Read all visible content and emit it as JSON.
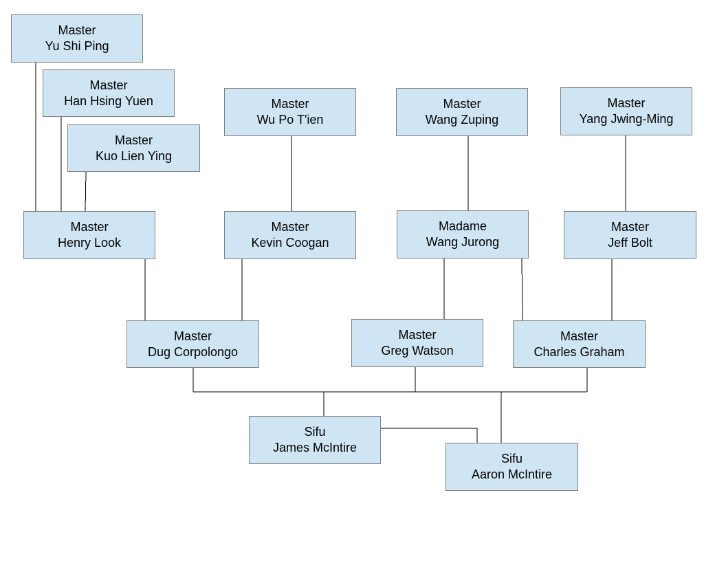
{
  "colors": {
    "box_fill": "#cfe5f3",
    "box_border": "#808080",
    "line": "#000000"
  },
  "nodes": {
    "yu_shi_ping": {
      "title": "Master",
      "name": "Yu Shi Ping"
    },
    "han_hsing_yuen": {
      "title": "Master",
      "name": "Han Hsing Yuen"
    },
    "kuo_lien_ying": {
      "title": "Master",
      "name": "Kuo Lien Ying"
    },
    "henry_look": {
      "title": "Master",
      "name": "Henry Look"
    },
    "wu_po_tien": {
      "title": "Master",
      "name": "Wu Po T'ien"
    },
    "kevin_coogan": {
      "title": "Master",
      "name": "Kevin Coogan"
    },
    "wang_zuping": {
      "title": "Master",
      "name": "Wang Zuping"
    },
    "wang_jurong": {
      "title": "Madame",
      "name": "Wang Jurong"
    },
    "yang_jwing_ming": {
      "title": "Master",
      "name": "Yang Jwing-Ming"
    },
    "jeff_bolt": {
      "title": "Master",
      "name": "Jeff Bolt"
    },
    "dug_corpolongo": {
      "title": "Master",
      "name": "Dug Corpolongo"
    },
    "greg_watson": {
      "title": "Master",
      "name": "Greg Watson"
    },
    "charles_graham": {
      "title": "Master",
      "name": "Charles Graham"
    },
    "james_mcintire": {
      "title": "Sifu",
      "name": "James McIntire"
    },
    "aaron_mcintire": {
      "title": "Sifu",
      "name": "Aaron McIntire"
    }
  }
}
